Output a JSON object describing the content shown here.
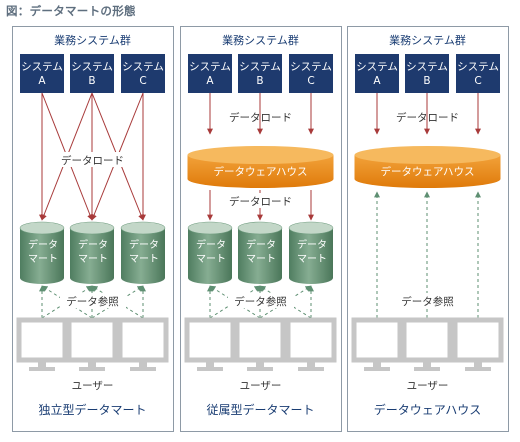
{
  "title": "図：データマートの形態",
  "panels": [
    {
      "header": "業務システム群",
      "systems": [
        {
          "line1": "システム",
          "line2": "A"
        },
        {
          "line1": "システム",
          "line2": "B"
        },
        {
          "line1": "システム",
          "line2": "C"
        }
      ],
      "load_label": "データロード",
      "datamart_label": "データ\nマート",
      "ref_label": "データ参照",
      "user_label": "ユーザー",
      "caption": "独立型データマート"
    },
    {
      "header": "業務システム群",
      "systems": [
        {
          "line1": "システム",
          "line2": "A"
        },
        {
          "line1": "システム",
          "line2": "B"
        },
        {
          "line1": "システム",
          "line2": "C"
        }
      ],
      "load_label": "データロード",
      "dwh_label": "データウェアハウス",
      "load_label_2": "データロード",
      "datamart_label": "データ\nマート",
      "ref_label": "データ参照",
      "user_label": "ユーザー",
      "caption": "従属型データマート"
    },
    {
      "header": "業務システム群",
      "systems": [
        {
          "line1": "システム",
          "line2": "A"
        },
        {
          "line1": "システム",
          "line2": "B"
        },
        {
          "line1": "システム",
          "line2": "C"
        }
      ],
      "load_label": "データロード",
      "dwh_label": "データウェアハウス",
      "ref_label": "データ参照",
      "user_label": "ユーザー",
      "caption": "データウェアハウス"
    }
  ],
  "colors": {
    "panel_border": "#8e9aa6",
    "header_text": "#1a3d73",
    "system_box": "#1e3a6e",
    "load_arrow": "#a83a3a",
    "ref_arrow": "#5e8f72",
    "datamart_top": "#c3d7c8",
    "datamart_body": "#6e9b7e",
    "dwh_top": "#f6b95e",
    "dwh_body": "#e8860e",
    "monitor": "#c6c6c6",
    "caption": "#1a3d73"
  }
}
